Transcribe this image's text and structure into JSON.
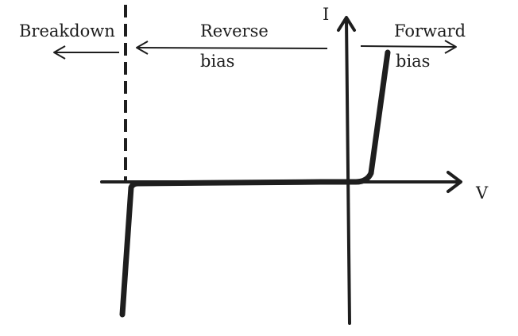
{
  "diagram": {
    "title": "",
    "labels": {
      "breakdown": "Breakdown",
      "reverse": "Reverse",
      "reverse_bias": "bias",
      "forward": "Forward",
      "forward_bias": "bias",
      "current_axis": "I",
      "voltage_axis": "V"
    },
    "colors": {
      "line": "#1e1e1e",
      "background": "#ffffff"
    }
  }
}
